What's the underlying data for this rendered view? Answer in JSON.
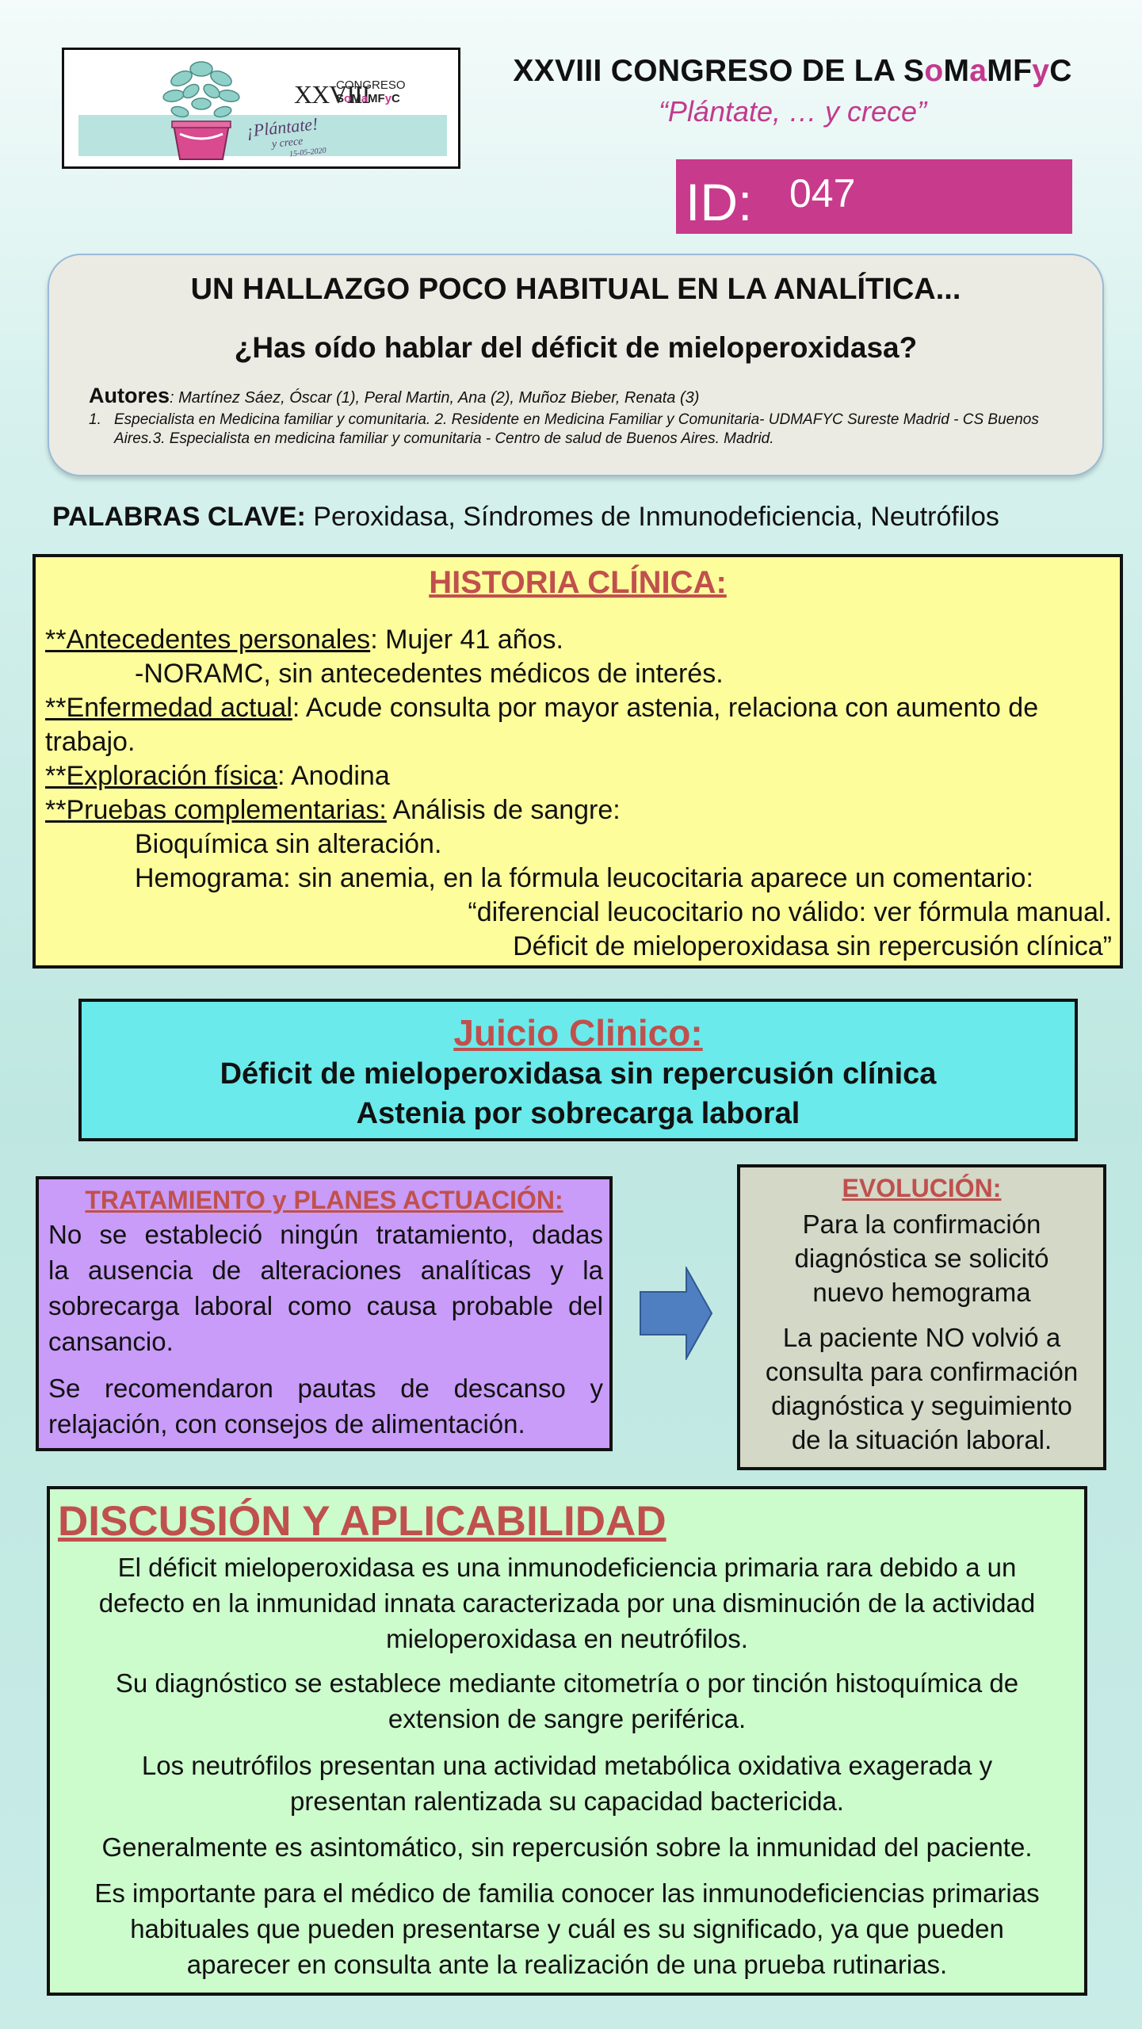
{
  "logo": {
    "roman": "XXVIII",
    "congreso": "CONGRESO",
    "somamfyc_parts": [
      "S",
      "o",
      "M",
      "a",
      "MF",
      "y",
      "C"
    ],
    "slogan": "¡Plántate!",
    "slogan2": "y crece",
    "date": "15-05-2020"
  },
  "header": {
    "title_parts": [
      "XXVIII CONGRESO DE LA S",
      "o",
      "M",
      "a",
      "MF",
      "y",
      "C"
    ],
    "slogan": "“Plántate, … y crece”",
    "id_label": "ID:",
    "id_value": "047"
  },
  "title_card": {
    "title_line1": "UN HALLAZGO POCO HABITUAL EN LA ANALÍTICA...",
    "title_line2": "¿Has oído hablar del déficit de mieloperoxidasa?",
    "authors_label": "Autores",
    "authors_names": ": Martínez Sáez, Óscar (1), Peral Martin, Ana (2), Muñoz Bieber, Renata (3)",
    "affiliation_number": "1.",
    "affiliation_text": "Especialista en Medicina familiar y comunitaria. 2. Residente en Medicina Familiar y Comunitaria- UDMAFYC Sureste Madrid - CS Buenos Aires.3. Especialista en medicina familiar y comunitaria - Centro de salud de Buenos Aires. Madrid."
  },
  "keywords": {
    "label": "PALABRAS CLAVE:",
    "text": " Peroxidasa, Síndromes de Inmunodeficiencia, Neutrófilos"
  },
  "historia": {
    "title": "HISTORIA CLÍNICA:",
    "antecedentes_prefix": "**",
    "antecedentes_label": "Antecedentes personales",
    "antecedentes_text": ": Mujer 41 años.",
    "noramc": "-NORAMC, sin antecedentes médicos de interés.",
    "enfermedad_prefix": "**",
    "enfermedad_label": "Enfermedad actual",
    "enfermedad_text": ": Acude consulta por  mayor astenia, relaciona con aumento de",
    "enfermedad_text2": "trabajo.",
    "exploracion_prefix": "**",
    "exploracion_label": "Exploración física",
    "exploracion_text": ": Anodina",
    "pruebas_prefix": "**",
    "pruebas_label": "Pruebas complementarias:",
    "pruebas_text": " Análisis de sangre:",
    "bioquimica": "Bioquímica sin alteración.",
    "hemograma": "Hemograma: sin anemia, en la fórmula leucocitaria aparece un comentario:",
    "quote1": "“diferencial leucocitario no válido: ver fórmula manual.",
    "quote2": "Déficit de mieloperoxidasa sin repercusión clínica”"
  },
  "juicio": {
    "title": "Juicio Clinico:",
    "line1": "Déficit de mieloperoxidasa sin repercusión clínica",
    "line2": "Astenia por sobrecarga laboral"
  },
  "tratamiento": {
    "title": "TRATAMIENTO y PLANES ACTUACIÓN:",
    "p1_lines": [
      "No se estableció ningún tratamiento, dadas",
      "la ausencia de alteraciones analíticas y la",
      "sobrecarga laboral como causa probable del",
      "cansancio."
    ],
    "p2_lines": [
      "Se recomendaron pautas de descanso y",
      "relajación, con consejos de alimentación."
    ]
  },
  "evolucion": {
    "title": "EVOLUCIÓN:",
    "p1_lines": [
      "Para la confirmación",
      "diagnóstica se solicitó",
      "nuevo hemograma"
    ],
    "p2_lines": [
      "La paciente NO volvió a",
      "consulta para confirmación",
      "diagnóstica y seguimiento",
      "de la situación laboral."
    ]
  },
  "discusion": {
    "title": "DISCUSIÓN Y APLICABILIDAD",
    "paragraphs": [
      [
        "El déficit mieloperoxidasa es una inmunodeficiencia primaria rara debido a un",
        "defecto en la inmunidad innata caracterizada por una disminución de la actividad",
        "mieloperoxidasa en neutrófilos."
      ],
      [
        "Su diagnóstico se establece mediante citometría o por tinción histoquímica de",
        "extension de sangre periférica."
      ],
      [
        "Los neutrófilos presentan una actividad metabólica oxidativa exagerada y",
        "presentan ralentizada su capacidad bactericida."
      ],
      [
        "Generalmente es asintomático, sin repercusión sobre la inmunidad del paciente."
      ],
      [
        "Es importante para el médico de familia conocer las inmunodeficiencias primarias",
        "habituales que pueden presentarse y cuál es su significado, ya que pueden",
        "aparecer en consulta ante la realización de una prueba rutinarias."
      ]
    ]
  },
  "colors": {
    "brand_pink": "#c83a8c",
    "heading_red": "#c0504d",
    "historia_bg": "#fdfd9b",
    "juicio_bg": "#6aeaea",
    "tratamiento_bg": "#c89cf8",
    "evolucion_bg": "#d3d8c7",
    "discusion_bg": "#ccfbcc",
    "arrow_blue": "#4f7fc0"
  },
  "icons": {
    "logo_plant": "plant-pot-icon",
    "arrow": "arrow-right-icon"
  }
}
